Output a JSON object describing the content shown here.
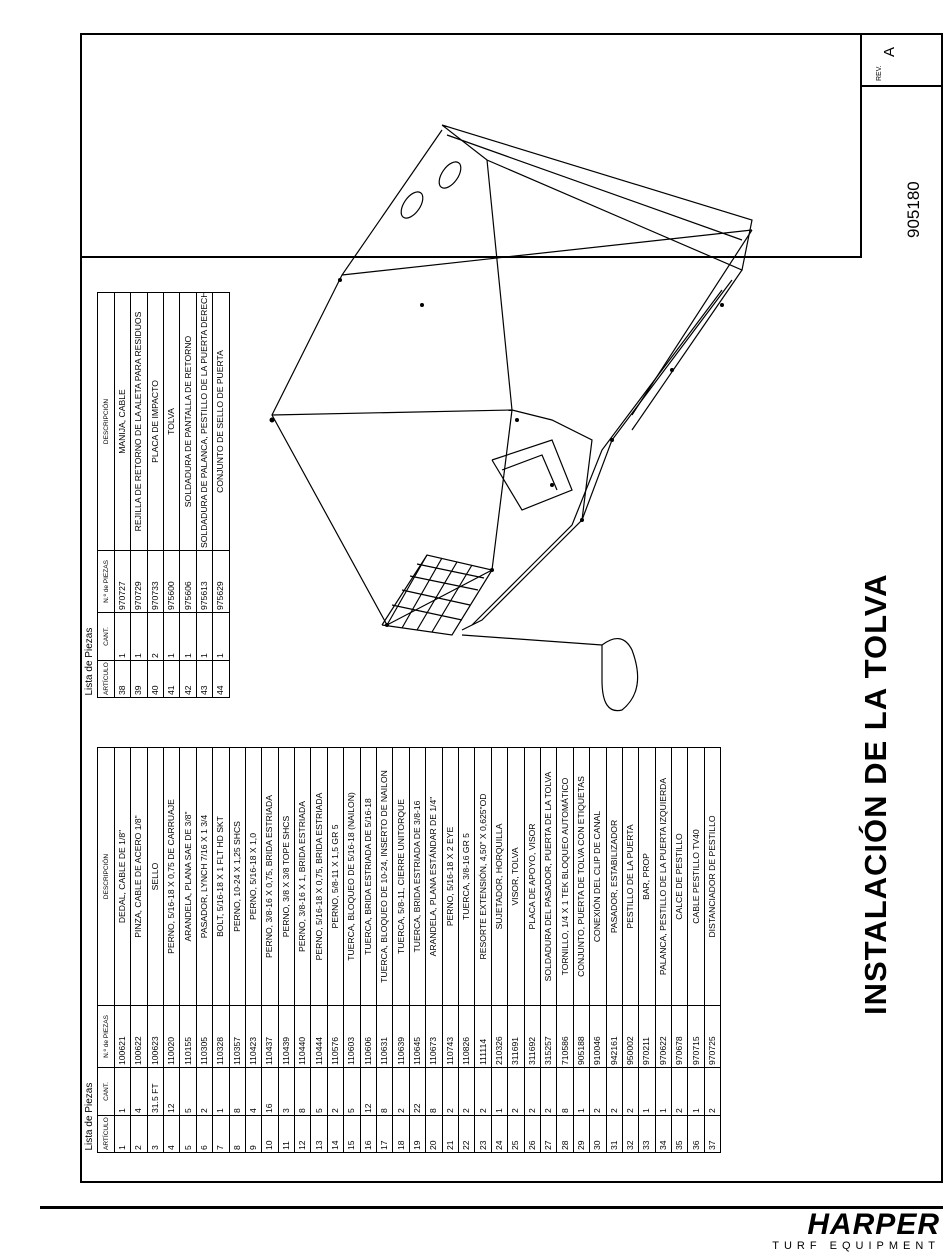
{
  "title_block": {
    "doc_number": "905180",
    "rev_label": "REV.",
    "rev_value": "A"
  },
  "drawing_title": "INSTALACIÓN DE LA TOLVA",
  "brand": {
    "name": "HARPER",
    "tagline": "TURF EQUIPMENT"
  },
  "table1": {
    "caption": "Lista de Piezas",
    "headers": {
      "item": "ARTÍCULO",
      "qty": "CANT.",
      "part": "N.º de PIEZAS",
      "desc": "DESCRIPCIÓN"
    },
    "rows": [
      [
        "1",
        "1",
        "100621",
        "DEDAL, CABLE DE 1/8\""
      ],
      [
        "2",
        "4",
        "100622",
        "PINZA, CABLE DE ACERO 1/8\""
      ],
      [
        "3",
        "31.5 FT",
        "100623",
        "SELLO"
      ],
      [
        "4",
        "12",
        "110020",
        "PERNO, 5/16-18 X 0,75 DE CARRUAJE"
      ],
      [
        "5",
        "5",
        "110155",
        "ARANDELA, PLANA SAE DE 3/8\""
      ],
      [
        "6",
        "2",
        "110305",
        "PASADOR, LYNCH 7/16 X 1 3/4"
      ],
      [
        "7",
        "1",
        "110328",
        "BOLT, 5/16-18 X 1 FLT HD SKT"
      ],
      [
        "8",
        "8",
        "110357",
        "PERNO, 10-24 X 1,25 SHCS"
      ],
      [
        "9",
        "4",
        "110423",
        "PERNO, 5/16-18 X 1,0"
      ],
      [
        "10",
        "16",
        "110437",
        "PERNO, 3/8-16 X 0,75, BRIDA ESTRIADA"
      ],
      [
        "11",
        "3",
        "110439",
        "PERNO, 3/8 X 3/8 TOPE SHCS"
      ],
      [
        "12",
        "8",
        "110440",
        "PERNO, 3/8-16 X 1, BRIDA ESTRIADA"
      ],
      [
        "13",
        "5",
        "110444",
        "PERNO, 5/16-18 X 0,75, BRIDA ESTRIADA"
      ],
      [
        "14",
        "2",
        "110576",
        "PERNO, 5/8-11 X 1,5 GR 5"
      ],
      [
        "15",
        "5",
        "110603",
        "TUERCA, BLOQUEO DE 5/16-18 (NAILON)"
      ],
      [
        "16",
        "12",
        "110606",
        "TUERCA, BRIDA ESTRIADA DE 5/16-18"
      ],
      [
        "17",
        "8",
        "110631",
        "TUERCA, BLOQUEO DE 10-24, INSERTO DE NAILON"
      ],
      [
        "18",
        "2",
        "110639",
        "TUERCA, 5/8-11, CIERRE UNITORQUE"
      ],
      [
        "19",
        "22",
        "110645",
        "TUERCA, BRIDA ESTRIADA DE 3/8-16"
      ],
      [
        "20",
        "8",
        "110673",
        "ARANDELA, PLANA ESTÁNDAR DE 1/4\""
      ],
      [
        "21",
        "2",
        "110743",
        "PERNO, 5/16-18 X 2 EYE"
      ],
      [
        "22",
        "2",
        "110826",
        "TUERCA, 3/8-16 GR 5"
      ],
      [
        "23",
        "2",
        "111114",
        "RESORTE EXTENSIÓN, 4,50\" X 0,625\"OD"
      ],
      [
        "24",
        "1",
        "210326",
        "SUJETADOR, HORQUILLA"
      ],
      [
        "25",
        "2",
        "311691",
        "VISOR, TOLVA"
      ],
      [
        "26",
        "2",
        "311692",
        "PLACA DE APOYO, VISOR"
      ],
      [
        "27",
        "2",
        "315257",
        "SOLDADURA DEL PASADOR, PUERTA DE LA TOLVA"
      ],
      [
        "28",
        "8",
        "710586",
        "TORNILLO, 1/4 X 1 TEK BLOQUEO AUTOMÁTICO"
      ],
      [
        "29",
        "1",
        "905188",
        "CONJUNTO, PUERTA DE TOLVA CON ETIQUETAS"
      ],
      [
        "30",
        "2",
        "910046",
        "CONEXIÓN DEL CLIP DE CANAL"
      ],
      [
        "31",
        "2",
        "942161",
        "PASADOR, ESTABILIZADOR"
      ],
      [
        "32",
        "2",
        "950002",
        "PESTILLO DE LA PUERTA"
      ],
      [
        "33",
        "1",
        "970211",
        "BAR, PROP"
      ],
      [
        "34",
        "1",
        "970622",
        "PALANCA, PESTILLO DE LA PUERTA IZQUIERDA"
      ],
      [
        "35",
        "2",
        "970678",
        "CALCE DE PESTILLO"
      ],
      [
        "36",
        "1",
        "970715",
        "CABLE PESTILLO TV40"
      ],
      [
        "37",
        "2",
        "970725",
        "DISTANCIADOR DE PESTILLO"
      ]
    ]
  },
  "table2": {
    "caption": "Lista de Piezas",
    "headers": {
      "item": "ARTÍCULO",
      "qty": "CANT.",
      "part": "N.º de PIEZAS",
      "desc": "DESCRIPCIÓN"
    },
    "rows": [
      [
        "38",
        "1",
        "970727",
        "MANIJA, CABLE"
      ],
      [
        "39",
        "1",
        "970729",
        "REJILLA DE RETORNO DE LA ALETA PARA RESIDUOS"
      ],
      [
        "40",
        "2",
        "970733",
        "PLACA DE IMPACTO"
      ],
      [
        "41",
        "1",
        "975600",
        "TOLVA"
      ],
      [
        "42",
        "1",
        "975606",
        "SOLDADURA DE PANTALLA DE RETORNO"
      ],
      [
        "43",
        "1",
        "975613",
        "SOLDADURA DE PALANCA, PESTILLO DE LA PUERTA DERECHA"
      ],
      [
        "44",
        "1",
        "975629",
        "CONJUNTO DE SELLO DE PUERTA"
      ]
    ]
  }
}
